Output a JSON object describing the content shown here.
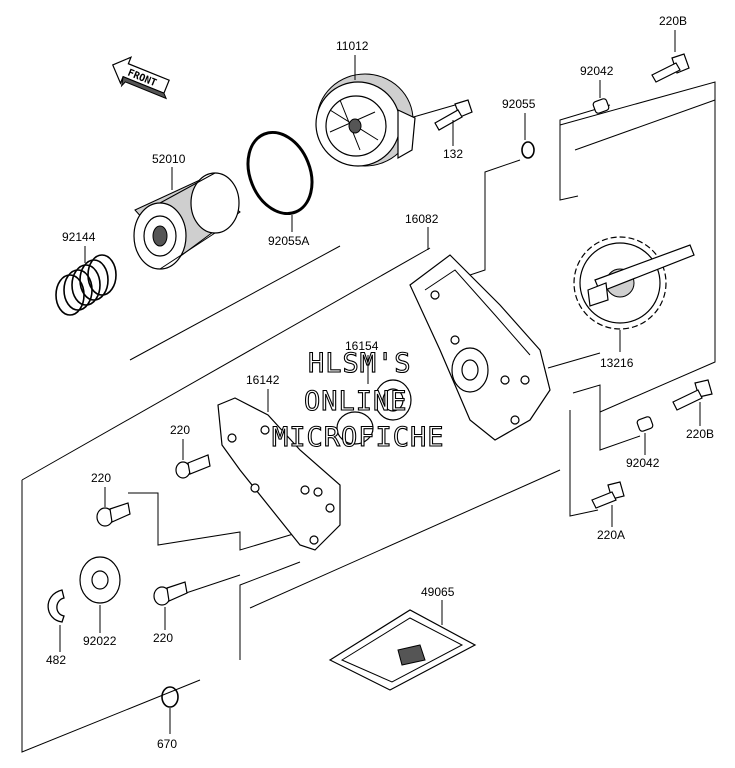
{
  "front_label": "FRONT",
  "watermark": {
    "line1": "HLSM'S",
    "line2": "ONLINE",
    "line3": "MICROFICHE"
  },
  "parts": {
    "p220B_top": "220B",
    "p92042_top": "92042",
    "p11012": "11012",
    "p92055": "92055",
    "p132": "132",
    "p52010": "52010",
    "p92055A": "92055A",
    "p16082": "16082",
    "p92144": "92144",
    "p13216": "13216",
    "p16154": "16154",
    "p16142": "16142",
    "p220_a": "220",
    "p220B_right": "220B",
    "p92042_right": "92042",
    "p220_b": "220",
    "p220A": "220A",
    "p49065": "49065",
    "p92022": "92022",
    "p220_c": "220",
    "p482": "482",
    "p670": "670"
  }
}
